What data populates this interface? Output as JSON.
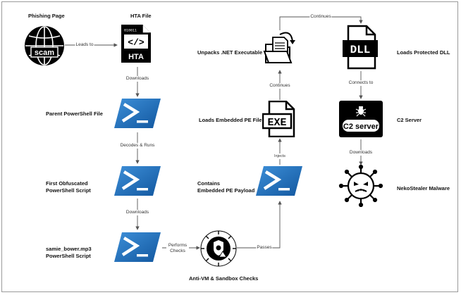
{
  "nodes": {
    "phishing_page": "Phishing Page",
    "scam_text": "scam",
    "hta_file": "HTA File",
    "hta_badge": "HTA",
    "hta_bits": "010011",
    "parent_ps": "Parent PowerShell File",
    "first_ps_line1": "First Obfuscated",
    "first_ps_line2": "PowerShell Script",
    "mp3_ps_line1": "samie_bower.mp3",
    "mp3_ps_line2": "PowerShell  Script",
    "antivm": "Anti-VM & Sandbox Checks",
    "embedded_line1": "Contains",
    "embedded_line2": "Embedded PE Payload",
    "loads_pe": "Loads Embedded PE File",
    "exe_badge": "EXE",
    "unpacks": "Unpacks .NET Executable",
    "dll_badge": "DLL",
    "loads_dll": "Loads Protected DLL",
    "c2_badge": "C2 server",
    "c2": "C2 Server",
    "neko": "NekoStealer Malware"
  },
  "edges": {
    "leads_to": "Leads to",
    "downloads1": "Downloads",
    "decodes_runs": "Decodes & Runs",
    "downloads2": "Downloads",
    "performs_checks": "Performs Checks",
    "passes": "Passes",
    "injects": "Injects",
    "continues_up": "Continues",
    "continues_top": "Continues",
    "connects_to": "Connects to",
    "downloads3": "Downloads"
  },
  "colors": {
    "powershell_blue": "#1a73c4",
    "icon_black": "#000000",
    "arrow": "#555555"
  }
}
